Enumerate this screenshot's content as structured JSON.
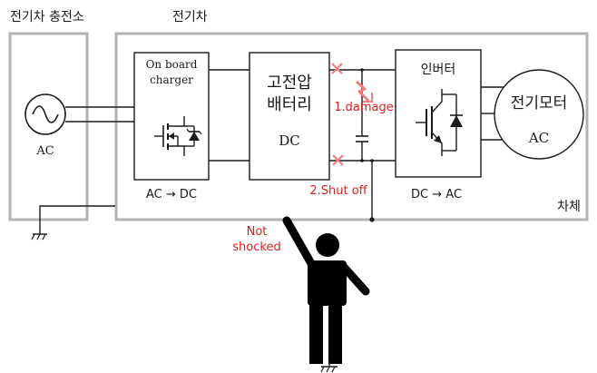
{
  "labels": {
    "station_title": "전기차 충전소",
    "ev_title": "전기차",
    "ac_source": "AC",
    "charger_line1": "On board",
    "charger_line2": "charger",
    "charger_conv": "AC → DC",
    "battery_line1": "고전압",
    "battery_line2": "배터리",
    "battery_dc": "DC",
    "damage": "1.damage",
    "shutoff": "2.Shut off",
    "inverter": "인버터",
    "inverter_conv": "DC → AC",
    "motor": "전기모터",
    "motor_ac": "AC",
    "chassis": "차체",
    "not_shocked_1": "Not",
    "not_shocked_2": "shocked"
  },
  "colors": {
    "line": "#1a1a1a",
    "frame": "#b3b3b3",
    "warning": "#e02020",
    "fault_mark": "#ee8080"
  }
}
